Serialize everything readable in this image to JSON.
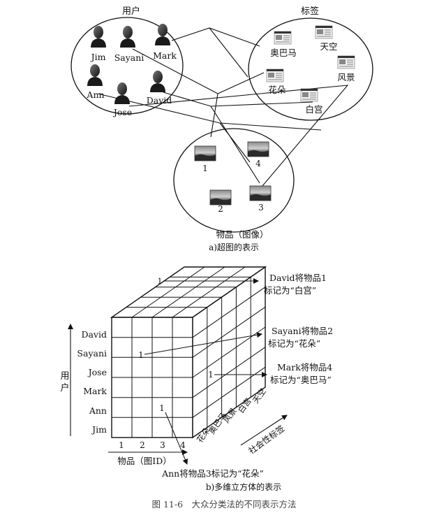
{
  "hypergraph": {
    "users_title": "用户",
    "tags_title": "标签",
    "items_title": "物品（图像）",
    "caption": "a)超图的表示",
    "users": [
      {
        "id": "jim",
        "label": "Jim"
      },
      {
        "id": "sayani",
        "label": "Sayani"
      },
      {
        "id": "mark",
        "label": "Mark"
      },
      {
        "id": "ann",
        "label": "Ann"
      },
      {
        "id": "david",
        "label": "David"
      },
      {
        "id": "jose",
        "label": "Jose"
      }
    ],
    "tags": [
      {
        "id": "obama",
        "label": "奥巴马"
      },
      {
        "id": "sky",
        "label": "天空"
      },
      {
        "id": "flower",
        "label": "花朵"
      },
      {
        "id": "scenery",
        "label": "风景"
      },
      {
        "id": "whitehouse",
        "label": "白宫"
      }
    ],
    "items": [
      {
        "id": "i1",
        "label": "1"
      },
      {
        "id": "i4",
        "label": "4"
      },
      {
        "id": "i2",
        "label": "2"
      },
      {
        "id": "i3",
        "label": "3"
      }
    ]
  },
  "cube": {
    "caption": "b)多维立方体的表示",
    "user_axis_label": "用户",
    "item_axis_label": "物品（图ID）",
    "tag_axis_label": "社会性标签",
    "users": [
      "David",
      "Sayani",
      "Jose",
      "Mark",
      "Ann",
      "Jim"
    ],
    "items": [
      "1",
      "2",
      "3",
      "4"
    ],
    "tags": [
      "花朵",
      "奥巴马",
      "风景",
      "白宫",
      "天空"
    ],
    "cell_marks": [
      {
        "id": "mark-david",
        "value": "1"
      },
      {
        "id": "mark-sayani",
        "value": "1"
      },
      {
        "id": "mark-mark",
        "value": "1"
      },
      {
        "id": "mark-ann",
        "value": "1"
      }
    ],
    "annotations": [
      {
        "id": "ann-david",
        "lines": [
          "David将物品1",
          "标记为“白宫”"
        ]
      },
      {
        "id": "ann-sayani",
        "lines": [
          "Sayani将物品2",
          "标记为“花朵”"
        ]
      },
      {
        "id": "ann-mark",
        "lines": [
          "Mark将物品4",
          "标记为“奥巴马”"
        ]
      },
      {
        "id": "ann-ann",
        "lines": [
          "Ann将物品3标记为“花朵”"
        ]
      }
    ]
  },
  "figure_caption": "图 11-6　大众分类法的不同表示方法"
}
